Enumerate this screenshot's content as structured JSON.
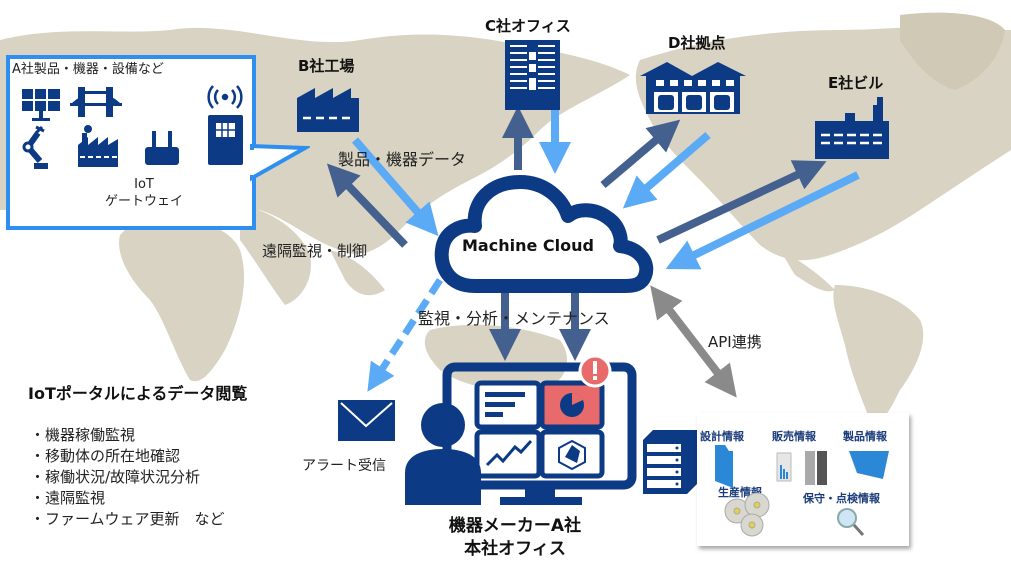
{
  "colors": {
    "navy": "#0d3a85",
    "arrow_dark": "#44608f",
    "arrow_light": "#5aaaf5",
    "arrow_gray": "#8a8a8a",
    "map": "#d8d3c2",
    "callout_border": "#2f8ff0",
    "alert_red": "#e86a6a"
  },
  "nodes": {
    "b_factory": "B社工場",
    "c_office": "C社オフィス",
    "d_base": "D社拠点",
    "e_building": "E社ビル",
    "cloud": "Machine Cloud",
    "alert": "アラート受信",
    "hq_line1": "機器メーカーA社",
    "hq_line2": "本社オフィス"
  },
  "callout": {
    "title": "A社製品・機器・設備など",
    "gateway_line1": "IoT",
    "gateway_line2": "ゲートウェイ",
    "icons": [
      "solar-panel-icon",
      "bridge-icon",
      "robot-arm-icon",
      "factory-icon",
      "iot-gateway-icon",
      "sim-card-icon",
      "wireless-signal-icon"
    ]
  },
  "flow_labels": {
    "product_data": "製品・機器データ",
    "remote_control": "遠隔監視・制御",
    "monitoring": "監視・分析・メンテナンス",
    "api": "API連携"
  },
  "portal": {
    "title": "IoTポータルによるデータ閲覧",
    "items": [
      "・機器稼働監視",
      "・移動体の所在地確認",
      "・稼働状況/故障状況分析",
      "・遠隔監視",
      "・ファームウェア更新　など"
    ]
  },
  "info_systems": {
    "design": "設計情報",
    "sales": "販売情報",
    "product": "製品情報",
    "production": "生産情報",
    "maintenance": "保守・点検情報"
  }
}
